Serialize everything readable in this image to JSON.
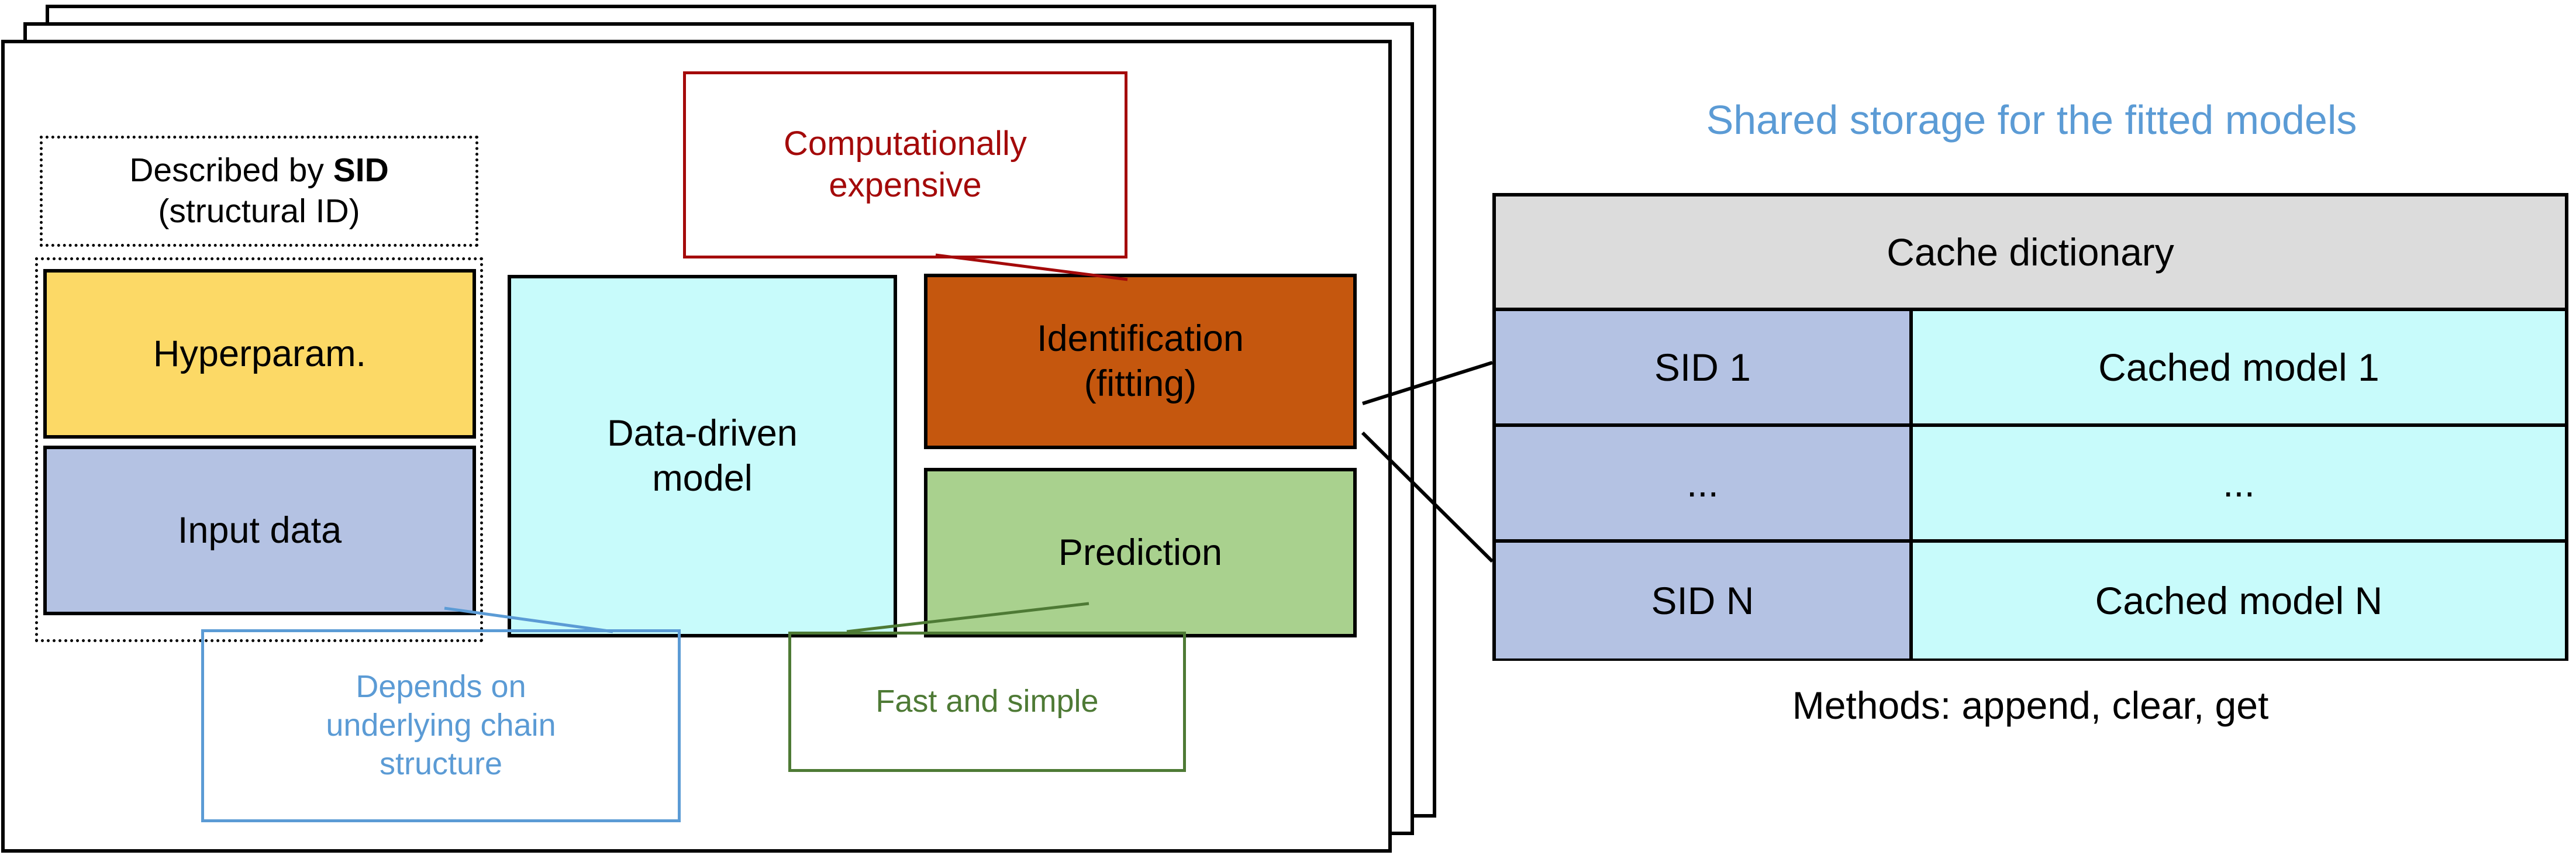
{
  "left_panel": {
    "sid_note": {
      "line1_prefix": "Described by ",
      "line1_bold": "SID",
      "line2": "(structural ID)"
    },
    "boxes": [
      {
        "id": "hyperparam",
        "label": "Hyperparam.",
        "color": "#FCD966"
      },
      {
        "id": "input-data",
        "label": "Input data",
        "color": "#B4C2E3"
      },
      {
        "id": "ddm",
        "label": "Data-driven model",
        "color": "#C8FBFB"
      },
      {
        "id": "identification",
        "label": "Identification (fitting)",
        "color": "#C5570E"
      },
      {
        "id": "prediction",
        "label": "Prediction",
        "color": "#A9D18E"
      }
    ],
    "ddm_line1": "Data-driven",
    "ddm_line2": "model",
    "identification_line1": "Identification",
    "identification_line2": "(fitting)",
    "prediction_label": "Prediction",
    "hyperparam_label": "Hyperparam.",
    "input_data_label": "Input data",
    "callouts": {
      "computationally_expensive": {
        "line1": "Computationally",
        "line2": "expensive",
        "color": "#A40A0A"
      },
      "depends_on": {
        "line1": "Depends on",
        "line2": "underlying chain",
        "line3": "structure",
        "color": "#5B9BD5"
      },
      "fast_and_simple": {
        "text": "Fast and simple",
        "color": "#4E7A35"
      }
    }
  },
  "right_panel": {
    "title": "Shared storage for the fitted models",
    "title_color": "#5B9BD5",
    "table": {
      "header": "Cache dictionary",
      "header_bg": "#DCDCDC",
      "key_bg": "#B4C2E3",
      "value_bg": "#C8FBFB",
      "rows": [
        {
          "key": "SID 1",
          "value": "Cached model 1"
        },
        {
          "key": "...",
          "value": "..."
        },
        {
          "key": "SID N",
          "value": "Cached model N"
        }
      ]
    },
    "methods": "Methods: append, clear, get"
  }
}
